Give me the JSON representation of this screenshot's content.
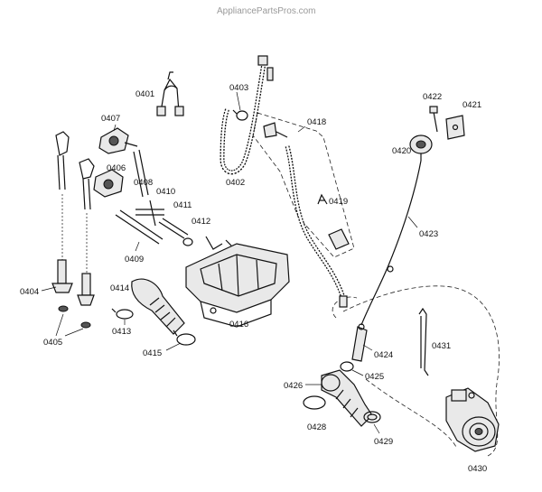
{
  "watermark": "AppliancePartsPros.com",
  "labels": {
    "p0401": "0401",
    "p0402": "0402",
    "p0403": "0403",
    "p0404": "0404",
    "p0405": "0405",
    "p0406": "0406",
    "p0407": "0407",
    "p0408": "0408",
    "p0409": "0409",
    "p0410": "0410",
    "p0411": "0411",
    "p0412": "0412",
    "p0413": "0413",
    "p0414": "0414",
    "p0415": "0415",
    "p0416": "0416",
    "p0418": "0418",
    "p0419": "0419",
    "p0420": "0420",
    "p0421": "0421",
    "p0422": "0422",
    "p0423": "0423",
    "p0424": "0424",
    "p0425": "0425",
    "p0426": "0426",
    "p0428": "0428",
    "p0429": "0429",
    "p0430": "0430",
    "p0431": "0431"
  }
}
